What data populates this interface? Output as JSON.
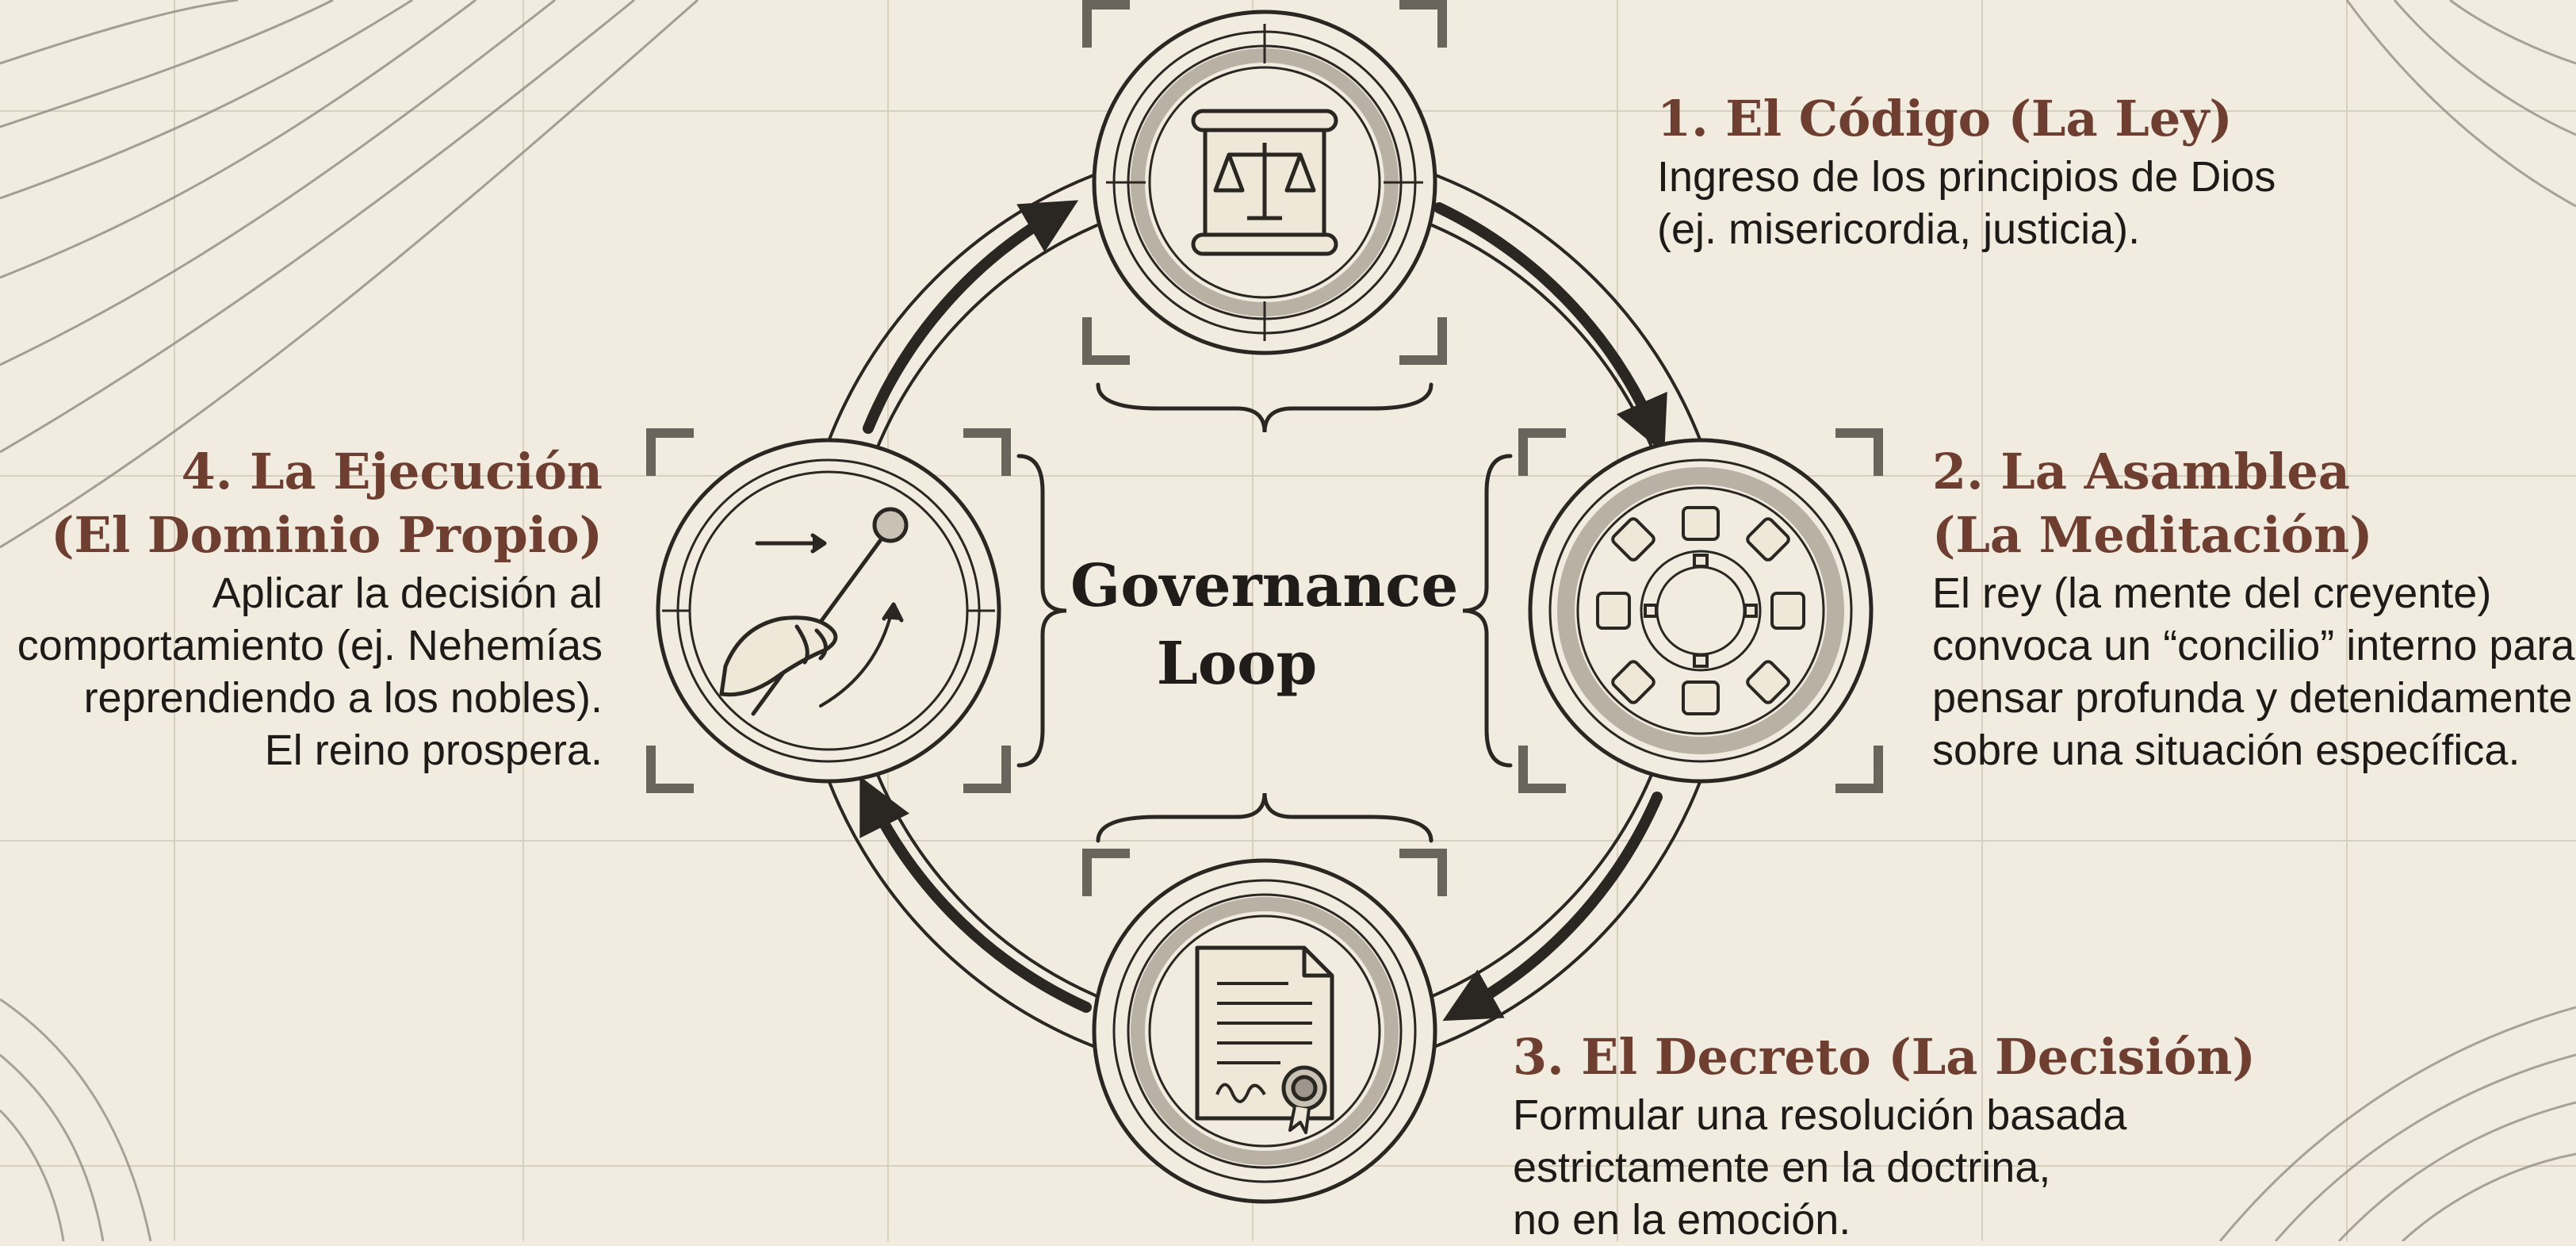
{
  "center": {
    "line1": "Governance",
    "line2": "Loop"
  },
  "steps": [
    {
      "title": "1. El Código (La Ley)",
      "desc": [
        "Ingreso de los principios de Dios",
        "(ej. misericordia, justicia)."
      ],
      "icon": "scroll-scales-icon"
    },
    {
      "title_line1": "2. La Asamblea",
      "title_line2": "(La Meditación)",
      "desc": [
        "El rey (la mente del creyente)",
        "convoca un “concilio” interno para",
        "pensar profunda y detenidamente",
        "sobre una situación específica."
      ],
      "icon": "council-table-icon"
    },
    {
      "title": "3. El Decreto (La Decisión)",
      "desc": [
        "Formular una resolución basada",
        "estrictamente en la doctrina,",
        "no en la emoción."
      ],
      "icon": "decree-document-icon"
    },
    {
      "title_line1": "4. La Ejecución",
      "title_line2": "(El Dominio Propio)",
      "desc": [
        "Aplicar la decisión al",
        "comportamiento (ej. Nehemías",
        "reprendiendo a los nobles).",
        "El reino prospera."
      ],
      "icon": "hand-scepter-icon"
    }
  ],
  "colors": {
    "background": "#f1ebe0",
    "title": "#6e3f30",
    "ink": "#2a2622",
    "text": "#1d1a17"
  }
}
